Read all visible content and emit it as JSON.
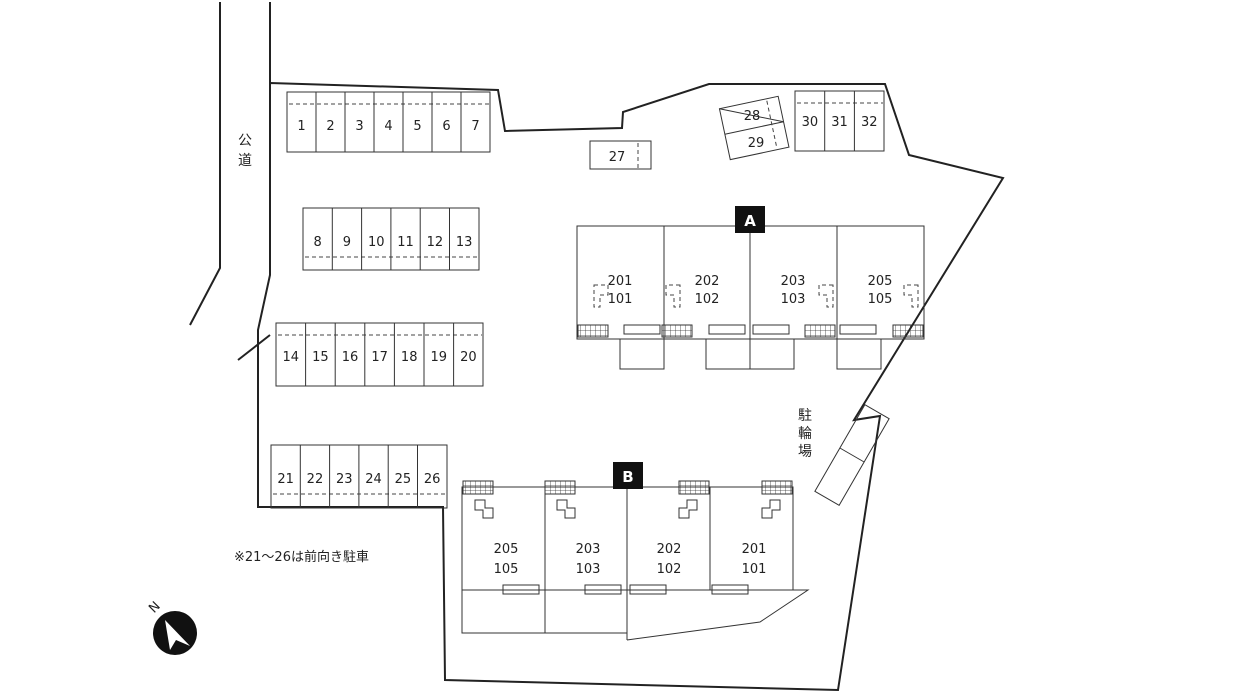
{
  "road_label": "公道",
  "bicycle_label": "駐輪場",
  "note": "※21～26は前向き駐車",
  "compass": "N",
  "parking_top": [
    "1",
    "2",
    "3",
    "4",
    "5",
    "6",
    "7"
  ],
  "parking_row2": [
    "8",
    "9",
    "10",
    "11",
    "12",
    "13"
  ],
  "parking_row3": [
    "14",
    "15",
    "16",
    "17",
    "18",
    "19",
    "20"
  ],
  "parking_row4": [
    "21",
    "22",
    "23",
    "24",
    "25",
    "26"
  ],
  "parking_27": "27",
  "parking_28": "28",
  "parking_29": "29",
  "parking_right": [
    "30",
    "31",
    "32"
  ],
  "building_a": {
    "label": "A",
    "units": [
      {
        "upper": "201",
        "lower": "101"
      },
      {
        "upper": "202",
        "lower": "102"
      },
      {
        "upper": "203",
        "lower": "103"
      },
      {
        "upper": "205",
        "lower": "105"
      }
    ]
  },
  "building_b": {
    "label": "B",
    "units": [
      {
        "upper": "205",
        "lower": "105"
      },
      {
        "upper": "203",
        "lower": "103"
      },
      {
        "upper": "202",
        "lower": "102"
      },
      {
        "upper": "201",
        "lower": "101"
      }
    ]
  }
}
